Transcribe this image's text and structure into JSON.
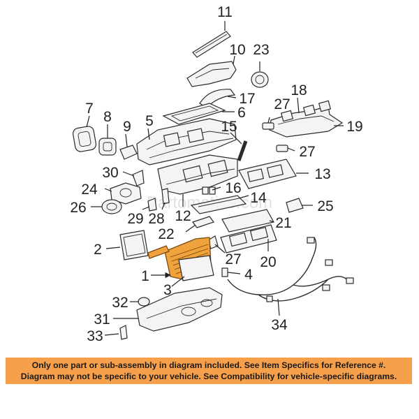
{
  "diagram": {
    "callouts": [
      "11",
      "10",
      "23",
      "17",
      "6",
      "18",
      "27",
      "19",
      "7",
      "8",
      "9",
      "5",
      "15",
      "27",
      "13",
      "30",
      "16",
      "24",
      "14",
      "25",
      "26",
      "29",
      "28",
      "12",
      "21",
      "22",
      "2",
      "27",
      "20",
      "1",
      "4",
      "3",
      "32",
      "31",
      "34",
      "33"
    ],
    "watermark": "Partomotive.com"
  },
  "notice": {
    "line1": "Only one part or sub-assembly in diagram included. See Item Specifics for Reference #.",
    "line2": "Diagram may not be specific to your vehicle. See Compatibility for vehicle-specific diagrams."
  },
  "colors": {
    "highlight": "#f0a33c",
    "banner": "#f6a04b"
  }
}
